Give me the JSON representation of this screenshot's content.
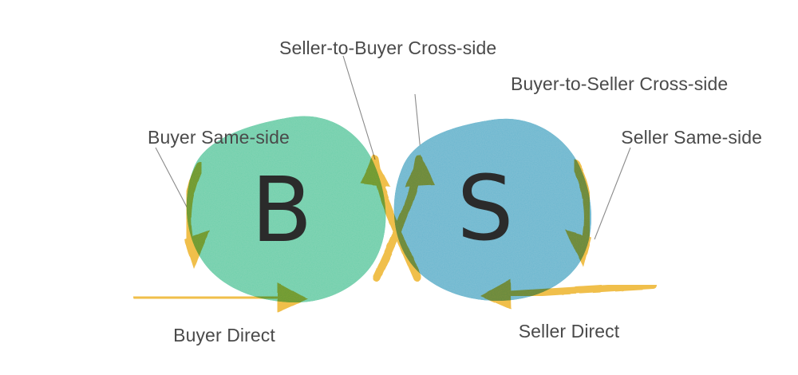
{
  "diagram": {
    "title_visible": false,
    "background_color": "#ffffff",
    "text_color": "#4a4a4a",
    "nodes": [
      {
        "id": "buyer",
        "letter": "B",
        "color": "#6ecfab",
        "name": "buyer-node"
      },
      {
        "id": "seller",
        "letter": "S",
        "color": "#6ab7cf",
        "name": "seller-node"
      }
    ],
    "arrow_color": "#f0bf4c",
    "arrow_overlap_color": "#97a944",
    "labels": {
      "buyer_same_side": "Buyer Same-side",
      "seller_to_buyer_cross": "Seller-to-Buyer Cross-side",
      "buyer_to_seller_cross": "Buyer-to-Seller Cross-side",
      "seller_same_side": "Seller Same-side",
      "buyer_direct": "Buyer Direct",
      "seller_direct": "Seller Direct"
    },
    "edges": [
      {
        "id": "buyer-same-side",
        "label": "Buyer Same-side",
        "from": "buyer",
        "to": "buyer",
        "kind": "same-side"
      },
      {
        "id": "seller-same-side",
        "label": "Seller Same-side",
        "from": "seller",
        "to": "seller",
        "kind": "same-side"
      },
      {
        "id": "seller-to-buyer",
        "label": "Seller-to-Buyer Cross-side",
        "from": "seller",
        "to": "buyer",
        "kind": "cross-side"
      },
      {
        "id": "buyer-to-seller",
        "label": "Buyer-to-Seller Cross-side",
        "from": "buyer",
        "to": "seller",
        "kind": "cross-side"
      },
      {
        "id": "buyer-direct",
        "label": "Buyer Direct",
        "from": "external",
        "to": "buyer",
        "kind": "direct"
      },
      {
        "id": "seller-direct",
        "label": "Seller Direct",
        "from": "external",
        "to": "seller",
        "kind": "direct"
      }
    ]
  }
}
